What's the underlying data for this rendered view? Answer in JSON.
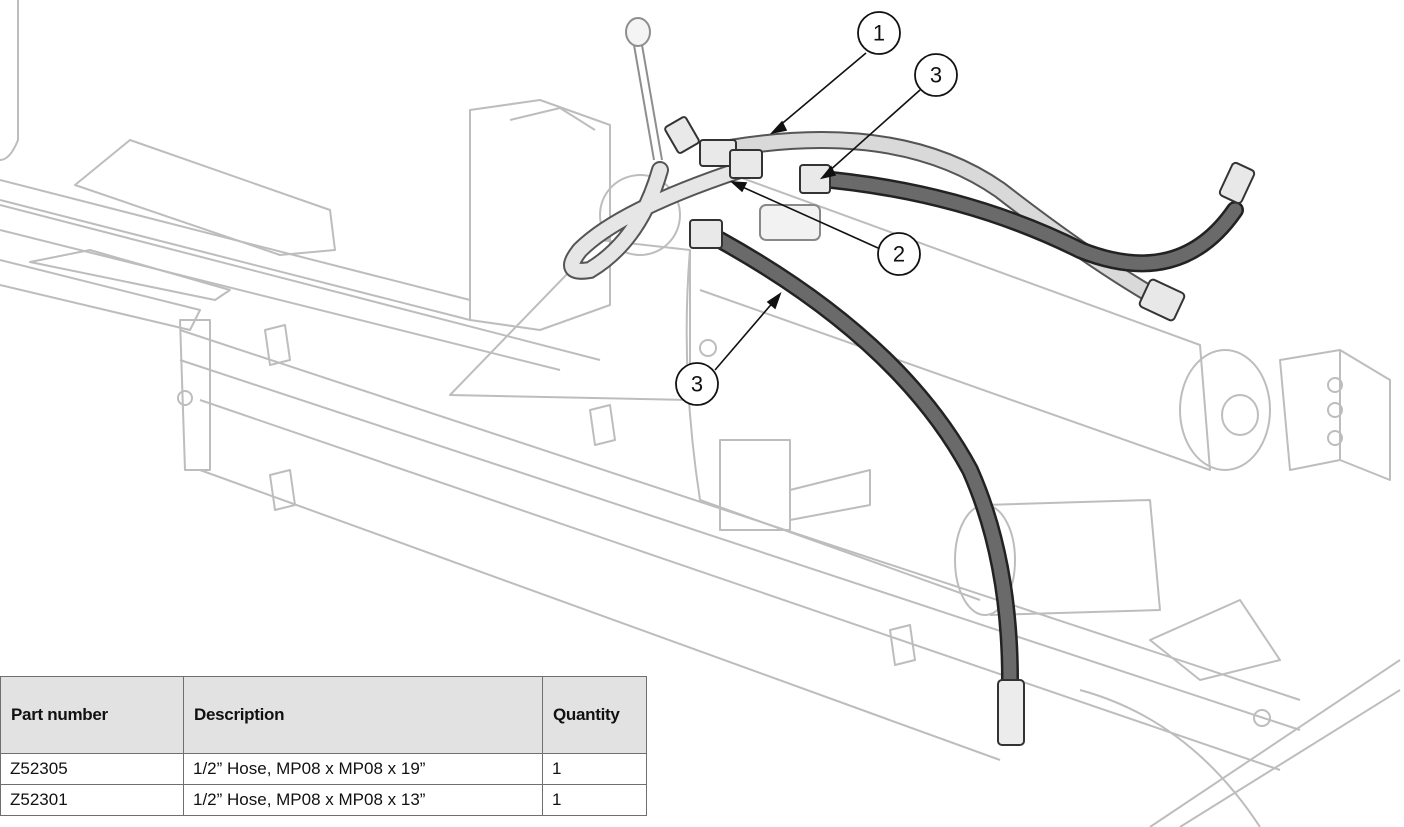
{
  "callouts": [
    "1",
    "2",
    "3",
    "3"
  ],
  "parts_table": {
    "headers": [
      "Part number",
      "Description",
      "Quantity"
    ],
    "rows": [
      [
        "Z52305",
        "1/2” Hose, MP08 x MP08 x 19”",
        "1"
      ],
      [
        "Z52301",
        "1/2” Hose, MP08 x MP08 x 13”",
        "1"
      ]
    ]
  }
}
